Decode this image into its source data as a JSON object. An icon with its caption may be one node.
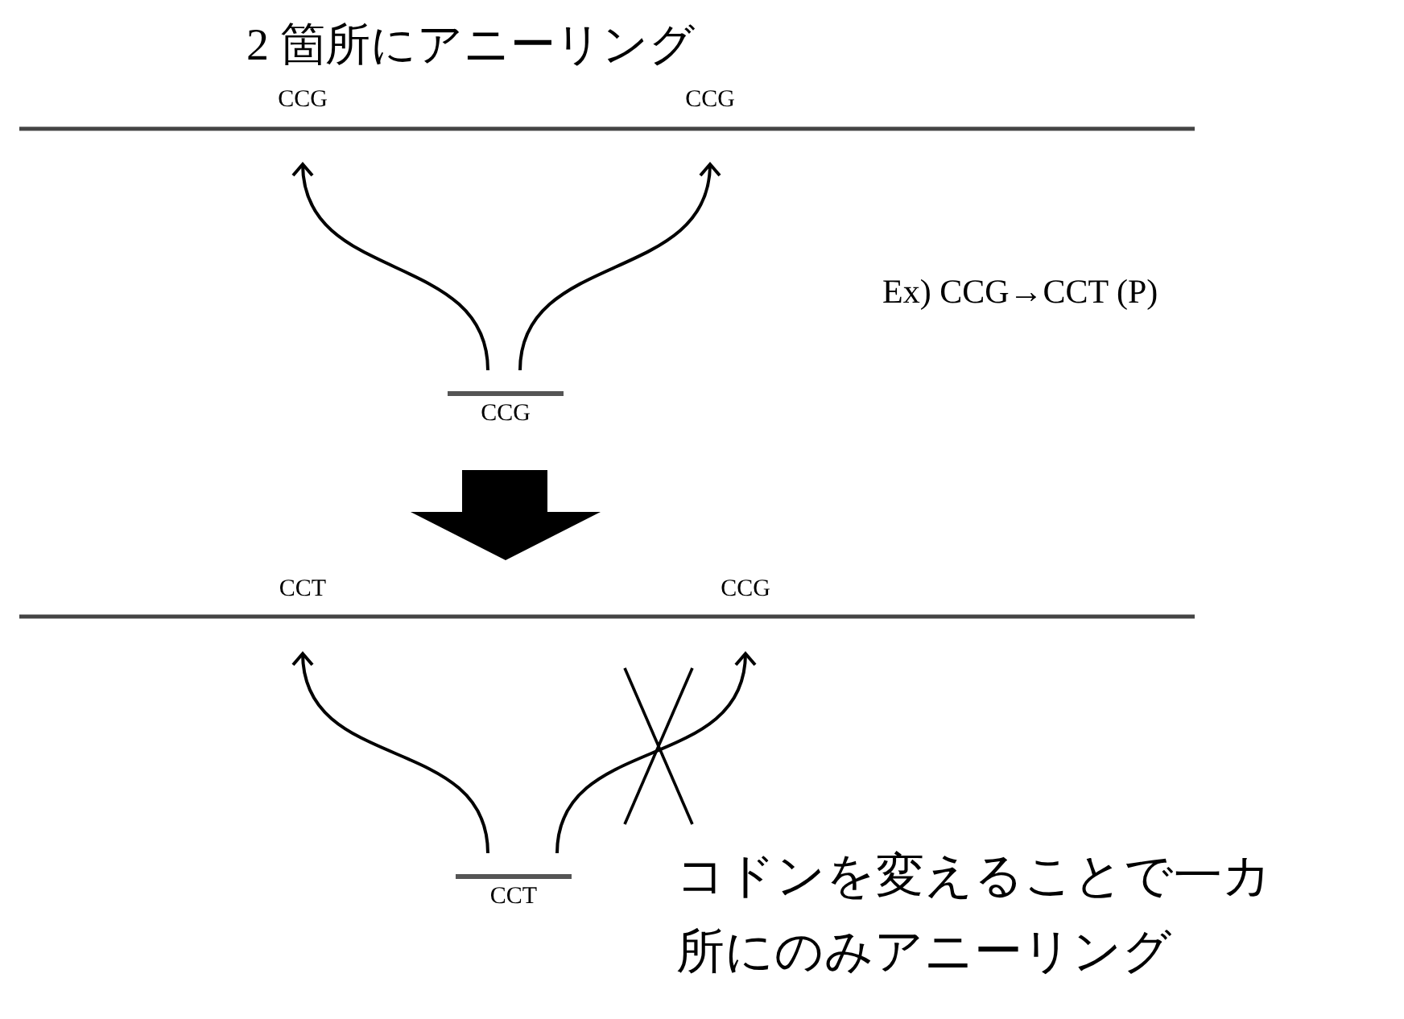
{
  "diagram": {
    "nodes": [
      {
        "text": [
          "CCG"
        ]
      },
      {
        "text": [
          "CCG"
        ]
      },
      {
        "text": [
          "CCG"
        ]
      },
      {
        "text": [
          "CCT"
        ]
      },
      {
        "text": [
          "CCG"
        ]
      },
      {
        "text": [
          "CCT"
        ]
      }
    ],
    "edges": [
      {
        "from": 2,
        "to": 0,
        "arrow": "to"
      },
      {
        "from": 2,
        "to": 1,
        "arrow": "to"
      },
      {
        "from": 5,
        "to": 3,
        "arrow": "to"
      },
      {
        "from": 5,
        "to": 4,
        "arrow": "to"
      }
    ],
    "labels": [
      "2 箇所にアニーリング",
      "Ex) CCG→CCT (P)",
      "コドンを変えることで一カ所にのみアニーリング"
    ]
  }
}
